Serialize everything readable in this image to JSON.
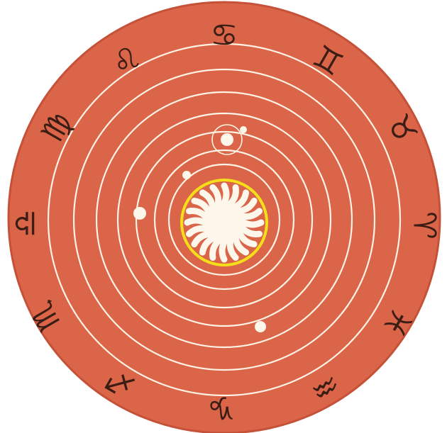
{
  "colors": {
    "disc": "#db6548",
    "disc_edge": "#c65139",
    "orbit": "#fff3e6",
    "sun": "#fdf6ea",
    "sun_ring": "#f4df1a",
    "glyph": "#3a1d14"
  },
  "zodiac": [
    {
      "name": "cancer-sign",
      "symbol": "♋"
    },
    {
      "name": "gemini-sign",
      "symbol": "♊"
    },
    {
      "name": "taurus-sign",
      "symbol": "♉"
    },
    {
      "name": "aries-sign",
      "symbol": "♈"
    },
    {
      "name": "pisces-sign",
      "symbol": "♓"
    },
    {
      "name": "aquarius-sign",
      "symbol": "♒"
    },
    {
      "name": "capricorn-sign",
      "symbol": "♑"
    },
    {
      "name": "sagittarius-sign",
      "symbol": "♐"
    },
    {
      "name": "scorpio-sign",
      "symbol": "♏"
    },
    {
      "name": "libra-sign",
      "symbol": "♎"
    },
    {
      "name": "virgo-sign",
      "symbol": "♍"
    },
    {
      "name": "leo-sign",
      "symbol": "♌"
    }
  ],
  "planets": [
    {
      "name": "mercury-planet"
    },
    {
      "name": "venus-planet"
    },
    {
      "name": "earth-planet"
    },
    {
      "name": "moon-satellite"
    },
    {
      "name": "mars-planet"
    }
  ]
}
